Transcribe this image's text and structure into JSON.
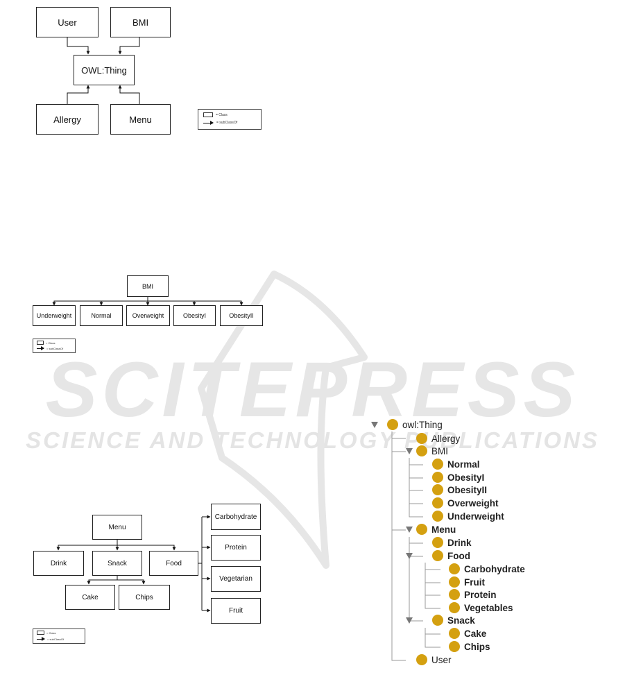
{
  "diagram1": {
    "nodes": [
      "User",
      "BMI",
      "OWL:Thing",
      "Allergy",
      "Menu"
    ],
    "legend": {
      "class_label": "= Class",
      "subclass_label": "= subClassOf"
    }
  },
  "diagram2": {
    "root": "BMI",
    "children": [
      "Underweight",
      "Normal",
      "Overweight",
      "ObesityI",
      "ObesityII"
    ],
    "legend": {
      "class_label": "= Class",
      "subclass_label": "= subClassOf"
    }
  },
  "diagram3": {
    "root": "Menu",
    "level1": [
      "Drink",
      "Snack",
      "Food"
    ],
    "snack_children": [
      "Cake",
      "Chips"
    ],
    "food_children": [
      "Carbohydrate",
      "Protein",
      "Vegetarian",
      "Fruit"
    ],
    "legend": {
      "class_label": "= Class",
      "subclass_label": "= subClassOf"
    }
  },
  "watermark": {
    "big": "SCITEPRESS",
    "small": "SCIENCE AND TECHNOLOGY PUBLICATIONS"
  },
  "tree": {
    "root": "owl:Thing",
    "allergy": "Allergy",
    "bmi": "BMI",
    "bmi_children": [
      "Normal",
      "ObesityI",
      "ObesityII",
      "Overweight",
      "Underweight"
    ],
    "menu": "Menu",
    "drink": "Drink",
    "food": "Food",
    "food_children": [
      "Carbohydrate",
      "Fruit",
      "Protein",
      "Vegetables"
    ],
    "snack": "Snack",
    "snack_children": [
      "Cake",
      "Chips"
    ],
    "user": "User",
    "colors": {
      "node": "#d4a010",
      "line": "#9a9a9a"
    }
  }
}
